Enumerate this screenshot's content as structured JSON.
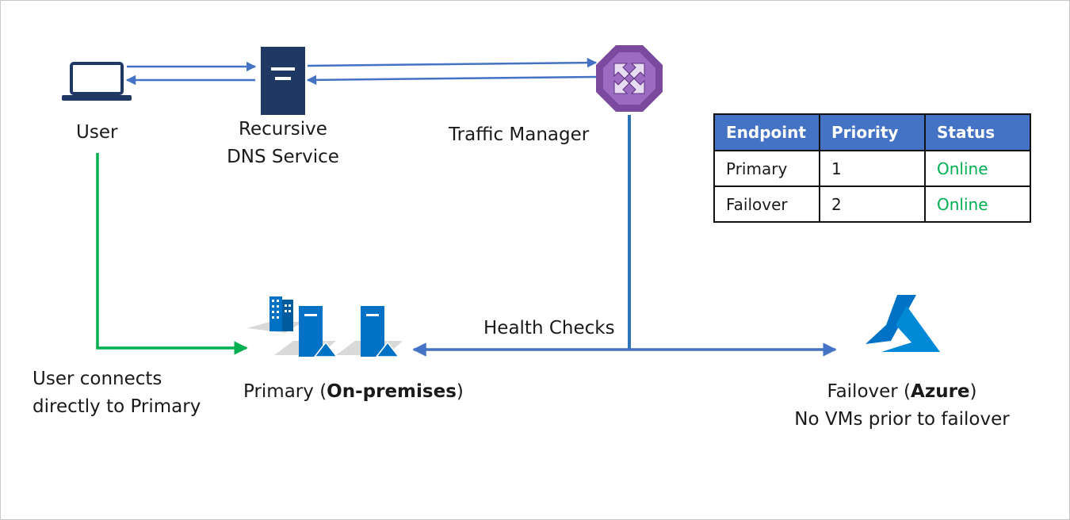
{
  "nodes": {
    "user": "User",
    "dns_line1": "Recursive",
    "dns_line2": "DNS Service",
    "traffic_manager": "Traffic Manager",
    "health_checks": "Health Checks",
    "user_connects_line1": "User connects",
    "user_connects_line2": "directly to Primary",
    "primary_prefix": "Primary (",
    "primary_bold": "On-premises",
    "primary_suffix": ")",
    "failover_prefix": "Failover (",
    "failover_bold": "Azure",
    "failover_suffix": ")",
    "failover_note": "No VMs prior to failover"
  },
  "table": {
    "headers": [
      "Endpoint",
      "Priority",
      "Status"
    ],
    "rows": [
      [
        "Primary",
        "1",
        "Online"
      ],
      [
        "Failover",
        "2",
        "Online"
      ]
    ]
  },
  "colors": {
    "blue_line": "#2e75b6",
    "arrow_blue": "#4472c4",
    "green_line": "#00b050",
    "navy": "#1f3864",
    "azure_blue": "#0072c6",
    "tm_purple": "#7b4a9e",
    "header_blue": "#4472c4",
    "online_green": "#00b050"
  },
  "icons": [
    "laptop-icon",
    "server-icon",
    "traffic-manager-icon",
    "on-premises-building-icon",
    "on-premises-server-icon",
    "azure-logo-icon"
  ]
}
